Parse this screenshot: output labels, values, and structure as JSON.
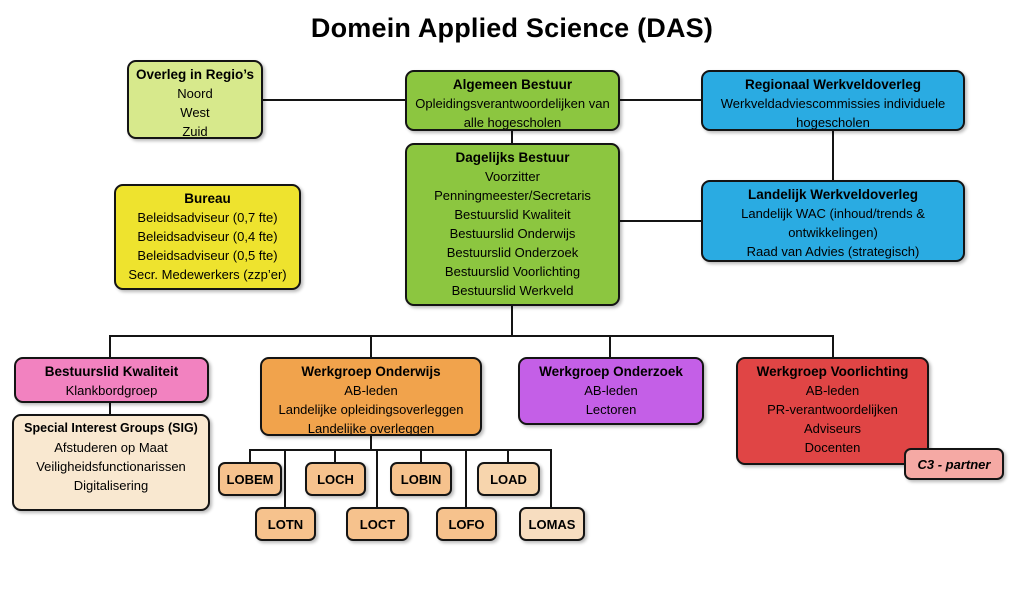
{
  "title": "Domein Applied Science (DAS)",
  "boxes": {
    "overleg_regios": {
      "title": "Overleg in Regio’s",
      "lines": [
        "Noord",
        "West",
        "Zuid"
      ],
      "fill": "#d7e98c"
    },
    "algemeen_bestuur": {
      "title": "Algemeen Bestuur",
      "lines": [
        "Opleidingsverantwoordelijken van alle hogescholen"
      ],
      "fill": "#8cc640"
    },
    "regionaal_werkveldoverleg": {
      "title": "Regionaal Werkveldoverleg",
      "lines": [
        "Werkveldadviescommissies individuele hogescholen"
      ],
      "fill": "#2aabe2"
    },
    "bureau": {
      "title": "Bureau",
      "lines": [
        "Beleidsadviseur (0,7 fte)",
        "Beleidsadviseur (0,4 fte)",
        "Beleidsadviseur (0,5 fte)",
        "Secr. Medewerkers (zzp’er)"
      ],
      "fill": "#eee32e"
    },
    "dagelijks_bestuur": {
      "title": "Dagelijks Bestuur",
      "lines": [
        "Voorzitter",
        "Penningmeester/Secretaris",
        "Bestuurslid Kwaliteit",
        "Bestuurslid Onderwijs",
        "Bestuurslid Onderzoek",
        "Bestuurslid Voorlichting",
        "Bestuurslid Werkveld"
      ],
      "fill": "#8cc640"
    },
    "landelijk_werkveldoverleg": {
      "title": "Landelijk Werkveldoverleg",
      "lines": [
        "Landelijk WAC (inhoud/trends & ontwikkelingen)",
        "Raad van Advies (strategisch)"
      ],
      "fill": "#2aabe2"
    },
    "bestuurslid_kwaliteit": {
      "title": "Bestuurslid Kwaliteit",
      "lines": [
        "Klankbordgroep"
      ],
      "fill": "#f282c0"
    },
    "sig": {
      "title": "Special Interest Groups (SIG)",
      "lines": [
        "Afstuderen op Maat",
        "Veiligheidsfunctionarissen",
        "Digitalisering"
      ],
      "fill": "#f9e8d0"
    },
    "werkgroep_onderwijs": {
      "title": "Werkgroep Onderwijs",
      "lines": [
        "AB-leden",
        "Landelijke opleidingsoverleggen",
        "Landelijke overleggen"
      ],
      "fill": "#f1a34c"
    },
    "werkgroep_onderzoek": {
      "title": "Werkgroep Onderzoek",
      "lines": [
        "AB-leden",
        "Lectoren"
      ],
      "fill": "#c45fe7"
    },
    "werkgroep_voorlichting": {
      "title": "Werkgroep Voorlichting",
      "lines": [
        "AB-leden",
        "PR-verantwoordelijken",
        "Adviseurs",
        "Docenten"
      ],
      "fill": "#e04545"
    },
    "c3_partner": {
      "title": "C3 - partner",
      "fill": "#f5a9a4"
    },
    "lobem": {
      "title": "LOBEM",
      "fill": "#f6c28d"
    },
    "loch": {
      "title": "LOCH",
      "fill": "#f6c28d"
    },
    "lobin": {
      "title": "LOBIN",
      "fill": "#f6c28d"
    },
    "load": {
      "title": "LOAD",
      "fill": "#f7d5ad"
    },
    "lotn": {
      "title": "LOTN",
      "fill": "#f6c28d"
    },
    "loct": {
      "title": "LOCT",
      "fill": "#f6c28d"
    },
    "lofo": {
      "title": "LOFO",
      "fill": "#f6c28d"
    },
    "lomas": {
      "title": "LOMAS",
      "fill": "#f7ddc0"
    }
  },
  "line_color": "#141414"
}
